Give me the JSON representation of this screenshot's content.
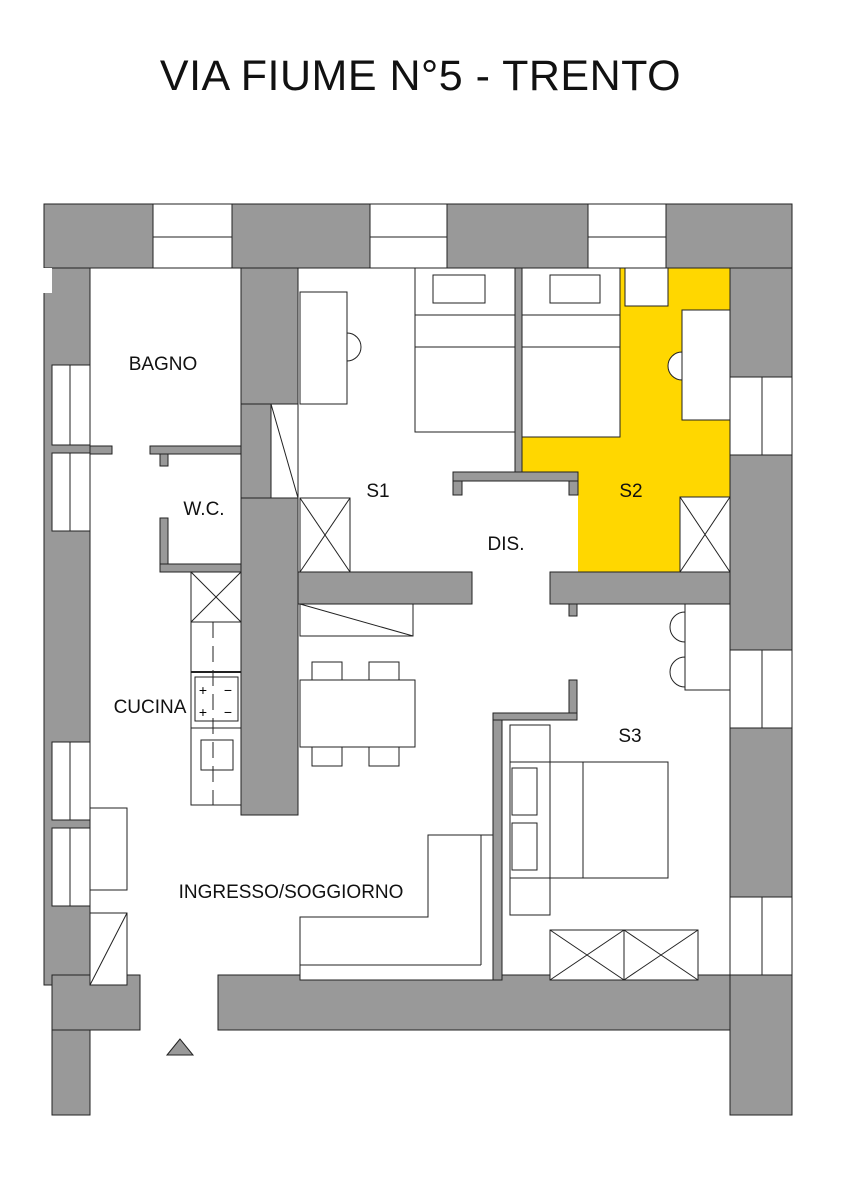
{
  "title": "VIA FIUME N°5 - TRENTO",
  "colors": {
    "wall": "#999999",
    "highlight": "#FFD700",
    "line": "#222222"
  },
  "rooms": {
    "bagno": "BAGNO",
    "wc": "W.C.",
    "s1": "S1",
    "s2": "S2",
    "dis": "DIS.",
    "cucina": "CUCINA",
    "s3": "S3",
    "soggiorno": "INGRESSO/SOGGIORNO"
  },
  "highlighted_room": "S2",
  "entrance_icon": "triangle-entrance-marker"
}
